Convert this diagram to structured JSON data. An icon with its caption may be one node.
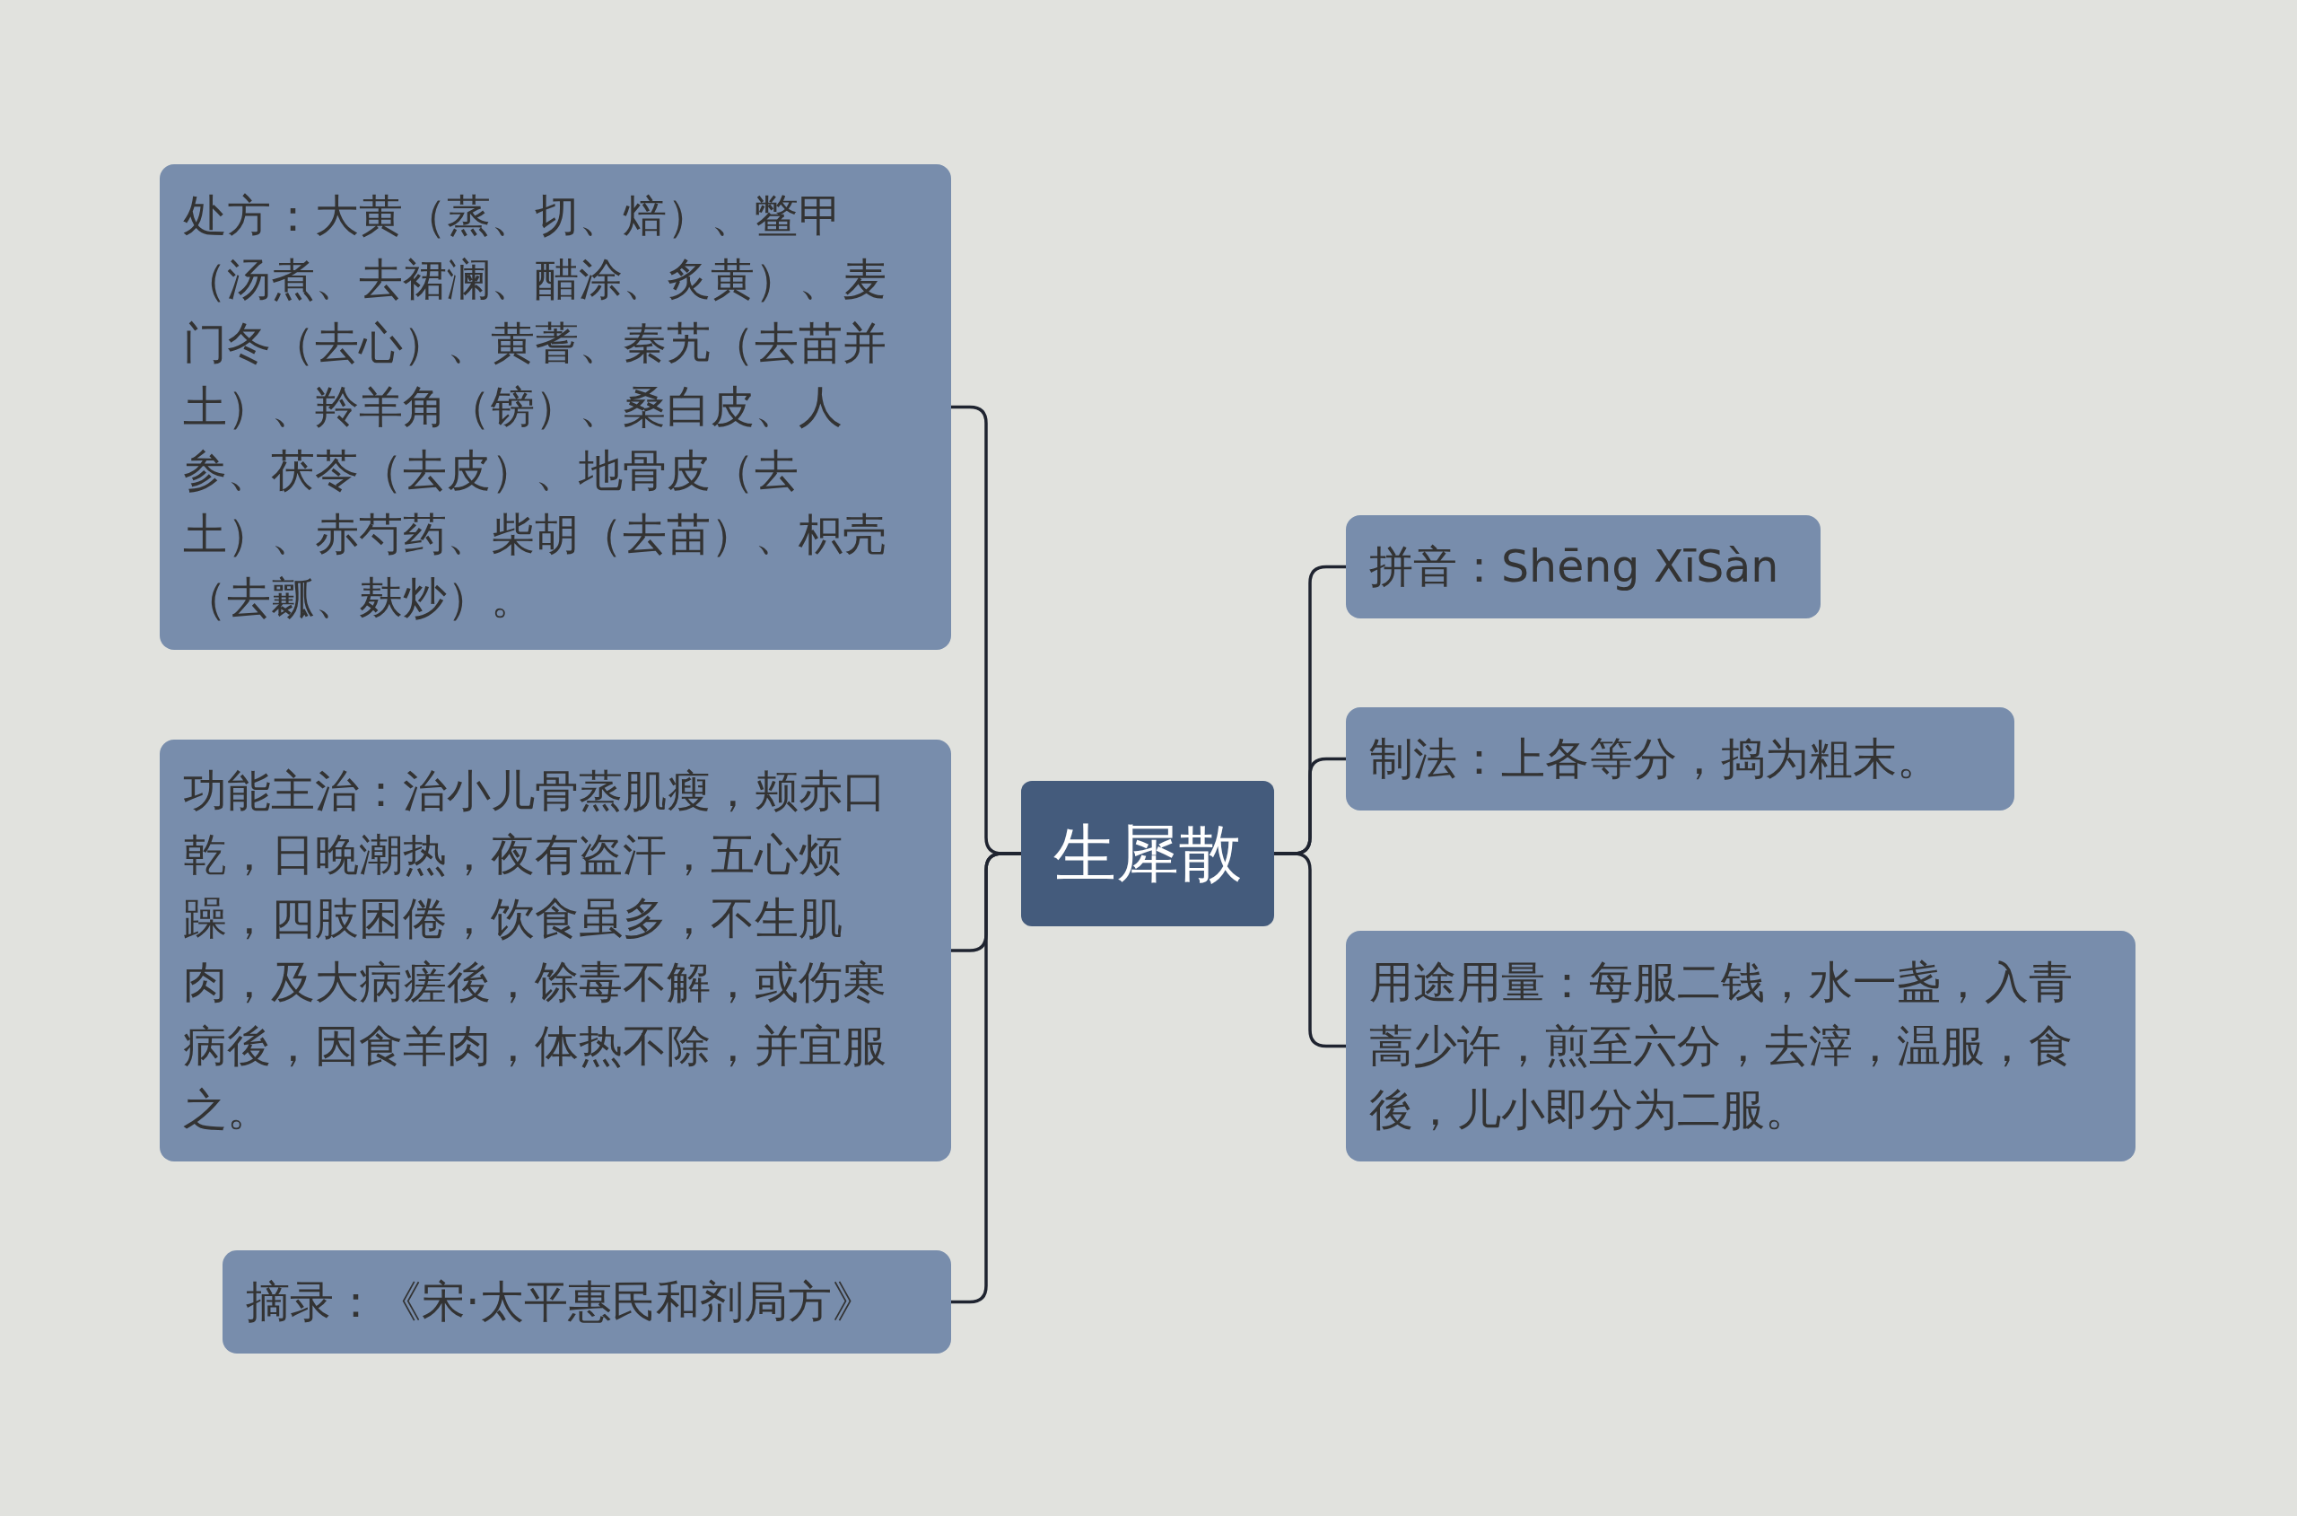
{
  "diagram": {
    "nodes": [
      {
        "text": [
          "生犀散"
        ]
      },
      {
        "text": [
          "处方：大黄（蒸、切、焙）、鳖甲（汤煮、去裙澜、醋涂、炙黄）、麦门冬（去心）、黄蓍、秦艽（去苗并土）、羚羊角（镑）、桑白皮、人参、茯苓（去皮）、地骨皮（去土）、赤芍药、柴胡（去苗）、枳壳（去瓤、麸炒）。"
        ]
      },
      {
        "text": [
          "功能主治：治小儿骨蒸肌瘦，颊赤口乾，日晚潮热，夜有盗汗，五心烦躁，四肢困倦，饮食虽多，不生肌肉，及大病瘥後，馀毒不解，或伤寒病後，因食羊肉，体热不除，并宜服之。"
        ]
      },
      {
        "text": [
          "摘录：《宋·太平惠民和剂局方》"
        ]
      },
      {
        "text": [
          "拼音：Shēng XīSàn"
        ]
      },
      {
        "text": [
          "制法：上各等分，捣为粗末。"
        ]
      },
      {
        "text": [
          "用途用量：每服二钱，水一盏，入青蒿少许，煎至六分，去滓，温服，食後，儿小即分为二服。"
        ]
      }
    ],
    "edges": [
      {
        "from": 0,
        "to": 1,
        "arrow": "none"
      },
      {
        "from": 0,
        "to": 2,
        "arrow": "none"
      },
      {
        "from": 0,
        "to": 3,
        "arrow": "none"
      },
      {
        "from": 0,
        "to": 4,
        "arrow": "none"
      },
      {
        "from": 0,
        "to": 5,
        "arrow": "none"
      },
      {
        "from": 0,
        "to": 6,
        "arrow": "none"
      }
    ]
  }
}
